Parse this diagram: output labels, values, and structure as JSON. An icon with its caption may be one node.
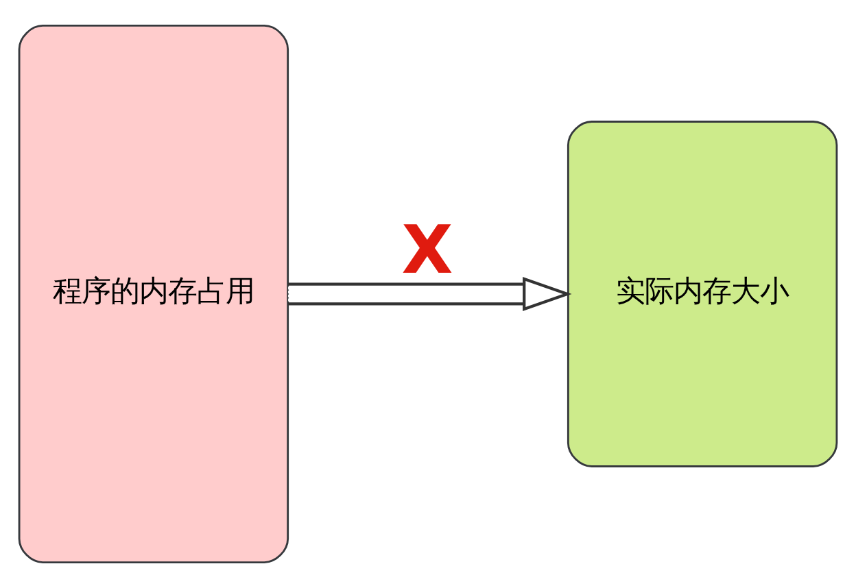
{
  "diagram": {
    "nodes": [
      {
        "text": [
          "程序的内存占用"
        ]
      },
      {
        "text": [
          "实际内存大小"
        ]
      }
    ],
    "edges": [
      {
        "from": 0,
        "to": 1,
        "arrow": "to",
        "label": "X"
      }
    ]
  }
}
